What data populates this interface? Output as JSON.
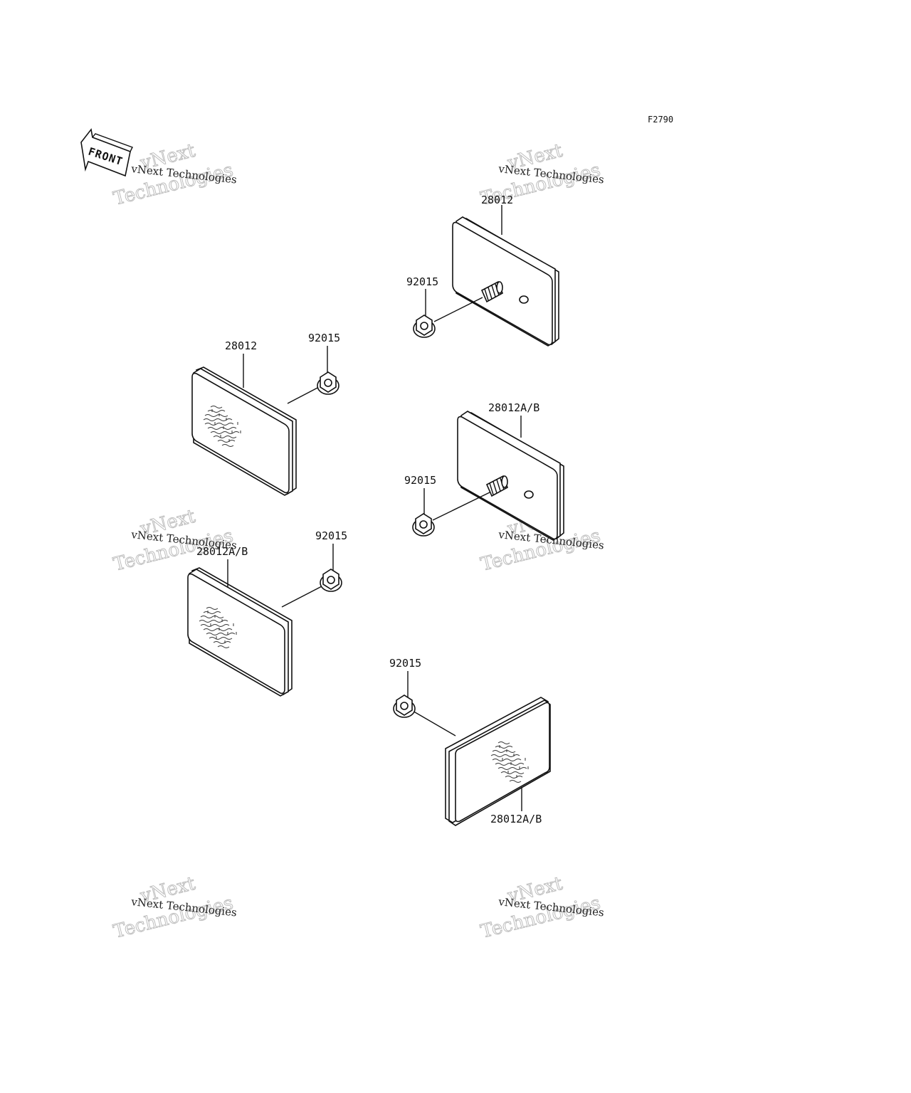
{
  "diagram": {
    "figure_code": "F2790",
    "front_label": "FRONT",
    "watermark_text": "vNext Technologies",
    "watermark_big_line1": "vNext",
    "watermark_big_line2": "Technologies",
    "labels": {
      "reflector_top_right": "28012",
      "nut_top_right": "92015",
      "reflector_left_upper": "28012",
      "nut_left_upper": "92015",
      "reflector_mid_right": "28012A/B",
      "nut_mid_right": "92015",
      "reflector_left_lower": "28012A/B",
      "nut_left_lower": "92015",
      "nut_bottom_right": "92015",
      "reflector_bottom_right": "28012A/B"
    }
  }
}
